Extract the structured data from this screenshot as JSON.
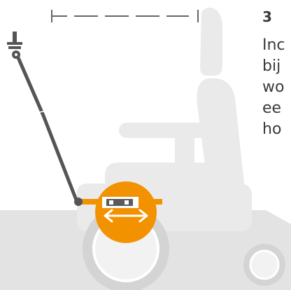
{
  "step": {
    "number": "3",
    "lines": [
      "Inc",
      "bij",
      "wo",
      "ee",
      "ho"
    ]
  },
  "colors": {
    "accent": "#f39200",
    "chair": "#eaeaea",
    "floor": "#e3e3e3",
    "rod": "#555555",
    "wheel_tire": "#d4d4d4",
    "text": "#3a3a3a"
  },
  "icons": {
    "adjust": "double-headed-arrow-icon",
    "mount": "mount-clamp-icon"
  }
}
